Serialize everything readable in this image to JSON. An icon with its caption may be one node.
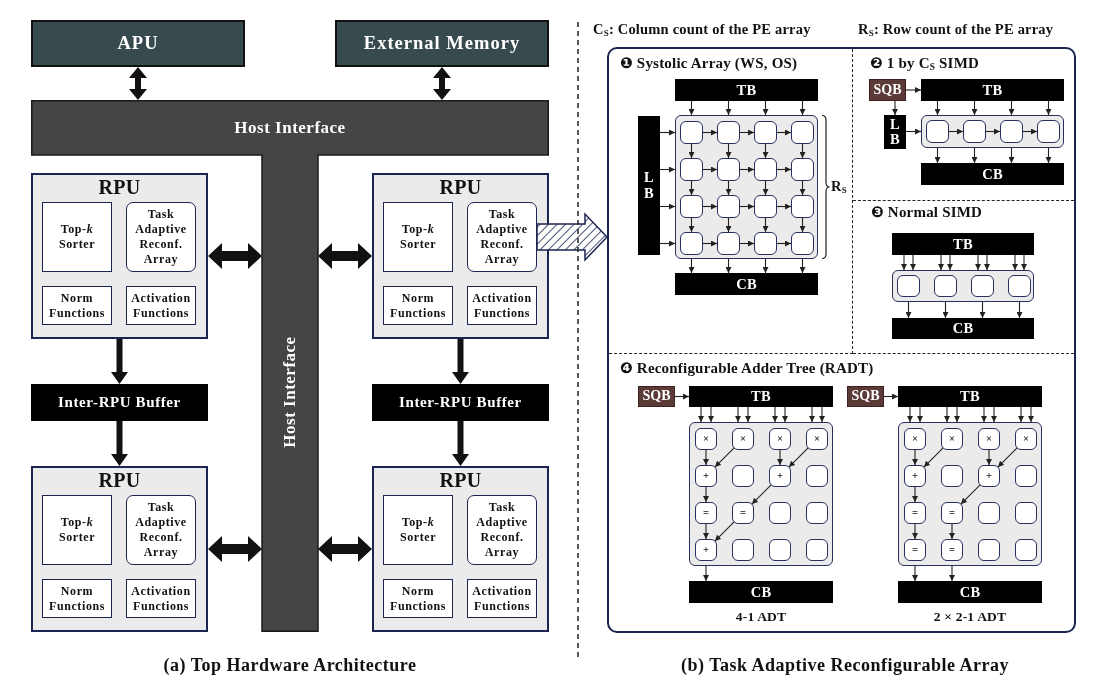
{
  "diagram": {
    "nodes": [
      {
        "text": [
          "APU"
        ]
      },
      {
        "text": [
          "External Memory"
        ]
      },
      {
        "text": [
          "Host Interface",
          "Host Interface"
        ]
      },
      {
        "text": [
          "RPU"
        ]
      },
      {
        "text": [
          "Top-*k* Sorter"
        ],
        "in": 3
      },
      {
        "text": [
          "Task Adaptive Reconf. Array"
        ],
        "in": 3
      },
      {
        "text": [
          "Norm Functions"
        ],
        "in": 3
      },
      {
        "text": [
          "Activation Functions"
        ],
        "in": 3
      },
      {
        "text": [
          "RPU"
        ]
      },
      {
        "text": [
          "Top-*k* Sorter"
        ],
        "in": 8
      },
      {
        "text": [
          "Task Adaptive Reconf. Array"
        ],
        "in": 8
      },
      {
        "text": [
          "Norm Functions"
        ],
        "in": 8
      },
      {
        "text": [
          "Activation Functions"
        ],
        "in": 8
      },
      {
        "text": [
          "Inter-RPU Buffer"
        ]
      },
      {
        "text": [
          "Inter-RPU Buffer"
        ]
      },
      {
        "text": [
          "RPU"
        ]
      },
      {
        "text": [
          "Top-*k* Sorter"
        ],
        "in": 15
      },
      {
        "text": [
          "Task Adaptive Reconf. Array"
        ],
        "in": 15
      },
      {
        "text": [
          "Norm Functions"
        ],
        "in": 15
      },
      {
        "text": [
          "Activation Functions"
        ],
        "in": 15
      },
      {
        "text": [
          "RPU"
        ]
      },
      {
        "text": [
          "Top-*k* Sorter"
        ],
        "in": 20
      },
      {
        "text": [
          "Task Adaptive Reconf. Array"
        ],
        "in": 20
      },
      {
        "text": [
          "Norm Functions"
        ],
        "in": 20
      },
      {
        "text": [
          "Activation Functions"
        ],
        "in": 20
      },
      {
        "text": [],
        "shape": "box"
      },
      {
        "text": [
          "❶ Systolic Array (WS, OS)"
        ],
        "in": 25
      },
      {
        "text": [
          "TB"
        ],
        "in": 26
      },
      {
        "text": [
          "L B"
        ],
        "in": 26
      },
      {
        "text": [],
        "shape": "box",
        "in": 26,
        "beside": [
          "R$_{S}$"
        ]
      },
      {
        "text": [],
        "shape": "box",
        "in": 29
      },
      {
        "text": [],
        "shape": "box",
        "in": 29
      },
      {
        "text": [],
        "shape": "box",
        "in": 29
      },
      {
        "text": [],
        "shape": "box",
        "in": 29
      },
      {
        "text": [],
        "shape": "box",
        "in": 29
      },
      {
        "text": [],
        "shape": "box",
        "in": 29
      },
      {
        "text": [],
        "shape": "box",
        "in": 29
      },
      {
        "text": [],
        "shape": "box",
        "in": 29
      },
      {
        "text": [],
        "shape": "box",
        "in": 29
      },
      {
        "text": [],
        "shape": "box",
        "in": 29
      },
      {
        "text": [],
        "shape": "box",
        "in": 29
      },
      {
        "text": [],
        "shape": "box",
        "in": 29
      },
      {
        "text": [],
        "shape": "box",
        "in": 29
      },
      {
        "text": [],
        "shape": "box",
        "in": 29
      },
      {
        "text": [],
        "shape": "box",
        "in": 29
      },
      {
        "text": [],
        "shape": "box",
        "in": 29
      },
      {
        "text": [
          "CB"
        ],
        "in": 26
      },
      {
        "text": [
          "❷ 1 by C$_{S}$ SIMD"
        ],
        "in": 25
      },
      {
        "text": [
          "SQB"
        ],
        "in": 47
      },
      {
        "text": [
          "TB"
        ],
        "in": 47
      },
      {
        "text": [
          "L B"
        ],
        "in": 47
      },
      {
        "text": [],
        "shape": "box",
        "in": 47
      },
      {
        "text": [],
        "shape": "box",
        "in": 51
      },
      {
        "text": [],
        "shape": "box",
        "in": 51
      },
      {
        "text": [],
        "shape": "box",
        "in": 51
      },
      {
        "text": [],
        "shape": "box",
        "in": 51
      },
      {
        "text": [
          "CB"
        ],
        "in": 47
      },
      {
        "text": [
          "❸ Normal SIMD"
        ],
        "in": 25
      },
      {
        "text": [
          "TB"
        ],
        "in": 57
      },
      {
        "text": [],
        "shape": "box",
        "in": 57
      },
      {
        "text": [],
        "shape": "box",
        "in": 59
      },
      {
        "text": [],
        "shape": "box",
        "in": 59
      },
      {
        "text": [],
        "shape": "box",
        "in": 59
      },
      {
        "text": [],
        "shape": "box",
        "in": 59
      },
      {
        "text": [
          "CB"
        ],
        "in": 57
      },
      {
        "text": [
          "❹ Reconfigurable Adder Tree (RADT)"
        ],
        "in": 25
      },
      {
        "text": [
          "SQB"
        ],
        "in": 65
      },
      {
        "text": [
          "TB"
        ],
        "in": 65
      },
      {
        "text": [],
        "shape": "box",
        "in": 65
      },
      {
        "text": [
          "×"
        ],
        "in": 68
      },
      {
        "text": [
          "×"
        ],
        "in": 68
      },
      {
        "text": [
          "×"
        ],
        "in": 68
      },
      {
        "text": [
          "×"
        ],
        "in": 68
      },
      {
        "text": [
          "+"
        ],
        "in": 68
      },
      {
        "text": [],
        "shape": "box",
        "in": 68
      },
      {
        "text": [
          "+"
        ],
        "in": 68
      },
      {
        "text": [],
        "shape": "box",
        "in": 68
      },
      {
        "text": [
          "="
        ],
        "in": 68
      },
      {
        "text": [
          "="
        ],
        "in": 68
      },
      {
        "text": [],
        "shape": "box",
        "in": 68
      },
      {
        "text": [],
        "shape": "box",
        "in": 68
      },
      {
        "text": [
          "+"
        ],
        "in": 68
      },
      {
        "text": [],
        "shape": "box",
        "in": 68
      },
      {
        "text": [],
        "shape": "box",
        "in": 68
      },
      {
        "text": [],
        "shape": "box",
        "in": 68
      },
      {
        "text": [
          "CB"
        ],
        "in": 65,
        "beside": [
          "4-1 ADT"
        ]
      },
      {
        "text": [
          "SQB"
        ],
        "in": 65
      },
      {
        "text": [
          "TB"
        ],
        "in": 65
      },
      {
        "text": [],
        "shape": "box",
        "in": 65
      },
      {
        "text": [
          "×"
        ],
        "in": 88
      },
      {
        "text": [
          "×"
        ],
        "in": 88
      },
      {
        "text": [
          "×"
        ],
        "in": 88
      },
      {
        "text": [
          "×"
        ],
        "in": 88
      },
      {
        "text": [
          "+"
        ],
        "in": 88
      },
      {
        "text": [],
        "shape": "box",
        "in": 88
      },
      {
        "text": [
          "+"
        ],
        "in": 88
      },
      {
        "text": [],
        "shape": "box",
        "in": 88
      },
      {
        "text": [
          "="
        ],
        "in": 88
      },
      {
        "text": [
          "="
        ],
        "in": 88
      },
      {
        "text": [],
        "shape": "box",
        "in": 88
      },
      {
        "text": [],
        "shape": "box",
        "in": 88
      },
      {
        "text": [
          "="
        ],
        "in": 88
      },
      {
        "text": [
          "="
        ],
        "in": 88
      },
      {
        "text": [],
        "shape": "box",
        "in": 88
      },
      {
        "text": [],
        "shape": "box",
        "in": 88
      },
      {
        "text": [
          "CB"
        ],
        "in": 65,
        "beside": [
          "2 × 2-1 ADT"
        ]
      }
    ],
    "edges": [
      {
        "from": 0,
        "to": 2,
        "arrow": "both",
        "style": "thick"
      },
      {
        "from": 1,
        "to": 2,
        "arrow": "both",
        "style": "thick"
      },
      {
        "from": 3,
        "to": 2,
        "arrow": "both",
        "style": "thick"
      },
      {
        "from": 8,
        "to": 2,
        "arrow": "both",
        "style": "thick"
      },
      {
        "from": 3,
        "to": 13,
        "arrow": "to",
        "style": "thick"
      },
      {
        "from": 13,
        "to": 15,
        "arrow": "to",
        "style": "thick"
      },
      {
        "from": 8,
        "to": 14,
        "arrow": "to",
        "style": "thick"
      },
      {
        "from": 14,
        "to": 20,
        "arrow": "to",
        "style": "thick"
      },
      {
        "from": 15,
        "to": 2,
        "arrow": "both",
        "style": "thick"
      },
      {
        "from": 20,
        "to": 2,
        "arrow": "both",
        "style": "thick"
      },
      {
        "from": 10,
        "to": 25,
        "arrow": "to",
        "style": "thick",
        "color": "#1c2552"
      },
      {
        "from": 27,
        "to": 29,
        "arrow": "to"
      },
      {
        "from": 27,
        "to": 29,
        "arrow": "to"
      },
      {
        "from": 27,
        "to": 29,
        "arrow": "to"
      },
      {
        "from": 27,
        "to": 29,
        "arrow": "to"
      },
      {
        "from": 28,
        "to": 29,
        "arrow": "to"
      },
      {
        "from": 28,
        "to": 29,
        "arrow": "to"
      },
      {
        "from": 28,
        "to": 29,
        "arrow": "to"
      },
      {
        "from": 28,
        "to": 29,
        "arrow": "to"
      },
      {
        "from": 30,
        "to": 31,
        "arrow": "to"
      },
      {
        "from": 31,
        "to": 32,
        "arrow": "to"
      },
      {
        "from": 32,
        "to": 33,
        "arrow": "to"
      },
      {
        "from": 34,
        "to": 35,
        "arrow": "to"
      },
      {
        "from": 35,
        "to": 36,
        "arrow": "to"
      },
      {
        "from": 36,
        "to": 37,
        "arrow": "to"
      },
      {
        "from": 38,
        "to": 39,
        "arrow": "to"
      },
      {
        "from": 39,
        "to": 40,
        "arrow": "to"
      },
      {
        "from": 40,
        "to": 41,
        "arrow": "to"
      },
      {
        "from": 42,
        "to": 43,
        "arrow": "to"
      },
      {
        "from": 43,
        "to": 44,
        "arrow": "to"
      },
      {
        "from": 44,
        "to": 45,
        "arrow": "to"
      },
      {
        "from": 30,
        "to": 34,
        "arrow": "to"
      },
      {
        "from": 31,
        "to": 35,
        "arrow": "to"
      },
      {
        "from": 32,
        "to": 36,
        "arrow": "to"
      },
      {
        "from": 33,
        "to": 37,
        "arrow": "to"
      },
      {
        "from": 34,
        "to": 38,
        "arrow": "to"
      },
      {
        "from": 35,
        "to": 39,
        "arrow": "to"
      },
      {
        "from": 36,
        "to": 40,
        "arrow": "to"
      },
      {
        "from": 37,
        "to": 41,
        "arrow": "to"
      },
      {
        "from": 38,
        "to": 42,
        "arrow": "to"
      },
      {
        "from": 39,
        "to": 43,
        "arrow": "to"
      },
      {
        "from": 40,
        "to": 44,
        "arrow": "to"
      },
      {
        "from": 41,
        "to": 45,
        "arrow": "to"
      },
      {
        "from": 29,
        "to": 46,
        "arrow": "to"
      },
      {
        "from": 29,
        "to": 46,
        "arrow": "to"
      },
      {
        "from": 29,
        "to": 46,
        "arrow": "to"
      },
      {
        "from": 29,
        "to": 46,
        "arrow": "to"
      },
      {
        "from": 48,
        "to": 49,
        "arrow": "to"
      },
      {
        "from": 48,
        "to": 50,
        "arrow": "to"
      },
      {
        "from": 49,
        "to": 51,
        "arrow": "to"
      },
      {
        "from": 49,
        "to": 51,
        "arrow": "to"
      },
      {
        "from": 49,
        "to": 51,
        "arrow": "to"
      },
      {
        "from": 49,
        "to": 51,
        "arrow": "to"
      },
      {
        "from": 50,
        "to": 51,
        "arrow": "to"
      },
      {
        "from": 52,
        "to": 53,
        "arrow": "to"
      },
      {
        "from": 53,
        "to": 54,
        "arrow": "to"
      },
      {
        "from": 54,
        "to": 55,
        "arrow": "to"
      },
      {
        "from": 51,
        "to": 56,
        "arrow": "to"
      },
      {
        "from": 51,
        "to": 56,
        "arrow": "to"
      },
      {
        "from": 51,
        "to": 56,
        "arrow": "to"
      },
      {
        "from": 51,
        "to": 56,
        "arrow": "to"
      },
      {
        "from": 58,
        "to": 59,
        "arrow": "to"
      },
      {
        "from": 58,
        "to": 59,
        "arrow": "to"
      },
      {
        "from": 58,
        "to": 59,
        "arrow": "to"
      },
      {
        "from": 58,
        "to": 59,
        "arrow": "to"
      },
      {
        "from": 58,
        "to": 59,
        "arrow": "to"
      },
      {
        "from": 58,
        "to": 59,
        "arrow": "to"
      },
      {
        "from": 58,
        "to": 59,
        "arrow": "to"
      },
      {
        "from": 58,
        "to": 59,
        "arrow": "to"
      },
      {
        "from": 59,
        "to": 64,
        "arrow": "to"
      },
      {
        "from": 59,
        "to": 64,
        "arrow": "to"
      },
      {
        "from": 59,
        "to": 64,
        "arrow": "to"
      },
      {
        "from": 59,
        "to": 64,
        "arrow": "to"
      },
      {
        "from": 66,
        "to": 67,
        "arrow": "to"
      },
      {
        "from": 67,
        "to": 68,
        "arrow": "to"
      },
      {
        "from": 67,
        "to": 68,
        "arrow": "to"
      },
      {
        "from": 67,
        "to": 68,
        "arrow": "to"
      },
      {
        "from": 67,
        "to": 68,
        "arrow": "to"
      },
      {
        "from": 67,
        "to": 68,
        "arrow": "to"
      },
      {
        "from": 67,
        "to": 68,
        "arrow": "to"
      },
      {
        "from": 67,
        "to": 68,
        "arrow": "to"
      },
      {
        "from": 67,
        "to": 68,
        "arrow": "to"
      },
      {
        "from": 69,
        "to": 73,
        "arrow": "to"
      },
      {
        "from": 70,
        "to": 73,
        "arrow": "to"
      },
      {
        "from": 71,
        "to": 75,
        "arrow": "to"
      },
      {
        "from": 72,
        "to": 75,
        "arrow": "to"
      },
      {
        "from": 73,
        "to": 77,
        "arrow": "to"
      },
      {
        "from": 75,
        "to": 78,
        "arrow": "to"
      },
      {
        "from": 77,
        "to": 81,
        "arrow": "to"
      },
      {
        "from": 78,
        "to": 81,
        "arrow": "to"
      },
      {
        "from": 68,
        "to": 85,
        "arrow": "to"
      },
      {
        "from": 86,
        "to": 87,
        "arrow": "to"
      },
      {
        "from": 87,
        "to": 88,
        "arrow": "to"
      },
      {
        "from": 87,
        "to": 88,
        "arrow": "to"
      },
      {
        "from": 87,
        "to": 88,
        "arrow": "to"
      },
      {
        "from": 87,
        "to": 88,
        "arrow": "to"
      },
      {
        "from": 87,
        "to": 88,
        "arrow": "to"
      },
      {
        "from": 87,
        "to": 88,
        "arrow": "to"
      },
      {
        "from": 87,
        "to": 88,
        "arrow": "to"
      },
      {
        "from": 87,
        "to": 88,
        "arrow": "to"
      },
      {
        "from": 89,
        "to": 93,
        "arrow": "to"
      },
      {
        "from": 90,
        "to": 93,
        "arrow": "to"
      },
      {
        "from": 91,
        "to": 95,
        "arrow": "to"
      },
      {
        "from": 92,
        "to": 95,
        "arrow": "to"
      },
      {
        "from": 93,
        "to": 97,
        "arrow": "to"
      },
      {
        "from": 95,
        "to": 98,
        "arrow": "to"
      },
      {
        "from": 97,
        "to": 101,
        "arrow": "to"
      },
      {
        "from": 98,
        "to": 102,
        "arrow": "to"
      },
      {
        "from": 88,
        "to": 105,
        "arrow": "to"
      },
      {
        "from": 88,
        "to": 105,
        "arrow": "to"
      }
    ],
    "labels": [
      "C$_{S}$: Column count of the PE array",
      "R$_{S}$: Row count of the PE array",
      "(a) Top Hardware Architecture",
      "(b) Task Adaptive Reconfigurable Array"
    ]
  }
}
